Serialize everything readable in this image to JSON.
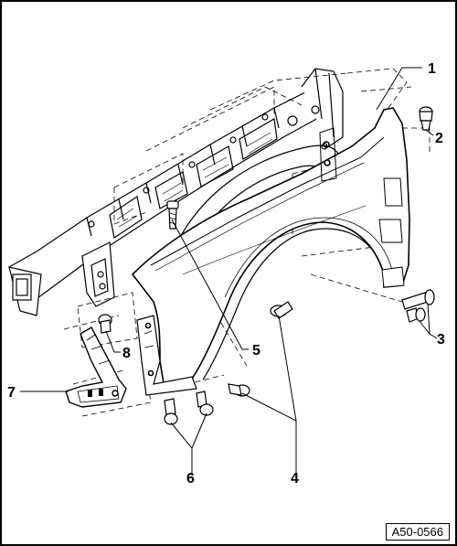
{
  "diagram": {
    "callouts": [
      {
        "id": "1",
        "label": "1"
      },
      {
        "id": "2",
        "label": "2"
      },
      {
        "id": "3",
        "label": "3"
      },
      {
        "id": "4",
        "label": "4"
      },
      {
        "id": "5",
        "label": "5"
      },
      {
        "id": "6",
        "label": "6"
      },
      {
        "id": "7",
        "label": "7"
      },
      {
        "id": "8",
        "label": "8"
      }
    ],
    "reference_code": "A50-0566"
  }
}
